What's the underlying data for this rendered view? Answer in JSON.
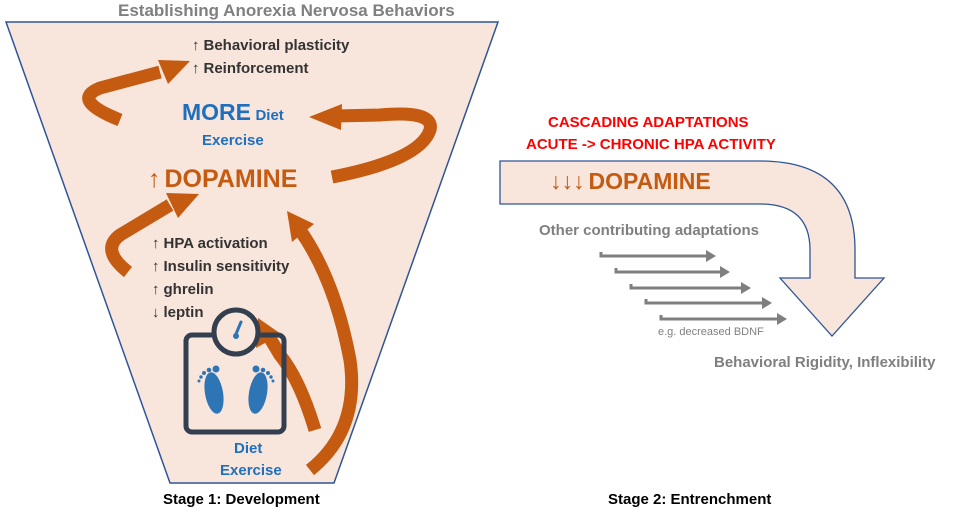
{
  "title": "Establishing Anorexia Nervosa Behaviors",
  "stage1": {
    "label": "Stage 1: Development",
    "outcomes": [
      {
        "arrow": "up",
        "text": "Behavioral plasticity"
      },
      {
        "arrow": "up",
        "text": "Reinforcement"
      }
    ],
    "more_label": "MORE",
    "more_diet": "Diet",
    "more_exercise": "Exercise",
    "dopamine": {
      "arrow": "up",
      "text": "DOPAMINE"
    },
    "physiology": [
      {
        "arrow": "up",
        "text": "HPA activation"
      },
      {
        "arrow": "up",
        "text": "Insulin sensitivity"
      },
      {
        "arrow": "up",
        "text": "ghrelin"
      },
      {
        "arrow": "down",
        "text": "leptin"
      }
    ],
    "scale_icon": "bathroom-scale-icon",
    "base_diet": "Diet",
    "base_exercise": "Exercise"
  },
  "stage2": {
    "label": "Stage 2: Entrenchment",
    "heading_line1": "CASCADING ADAPTATIONS",
    "heading_line2": "ACUTE -> CHRONIC HPA ACTIVITY",
    "dopamine": {
      "arrows": "down-down-down",
      "text": "DOPAMINE"
    },
    "other_label": "Other contributing adaptations",
    "example": "e.g. decreased BDNF",
    "outcome": "Behavioral Rigidity, Inflexibility"
  },
  "glyphs": {
    "up": "↑",
    "down": "↓",
    "down3": "↓↓↓"
  },
  "colors": {
    "fill": "#f8e6dc",
    "outline": "#2f5597",
    "arrow": "#c55a11",
    "blue_text": "#1f6fbf",
    "red_text": "#ff0000",
    "grey_text": "#7f7f7f",
    "dark_text": "#333333"
  }
}
